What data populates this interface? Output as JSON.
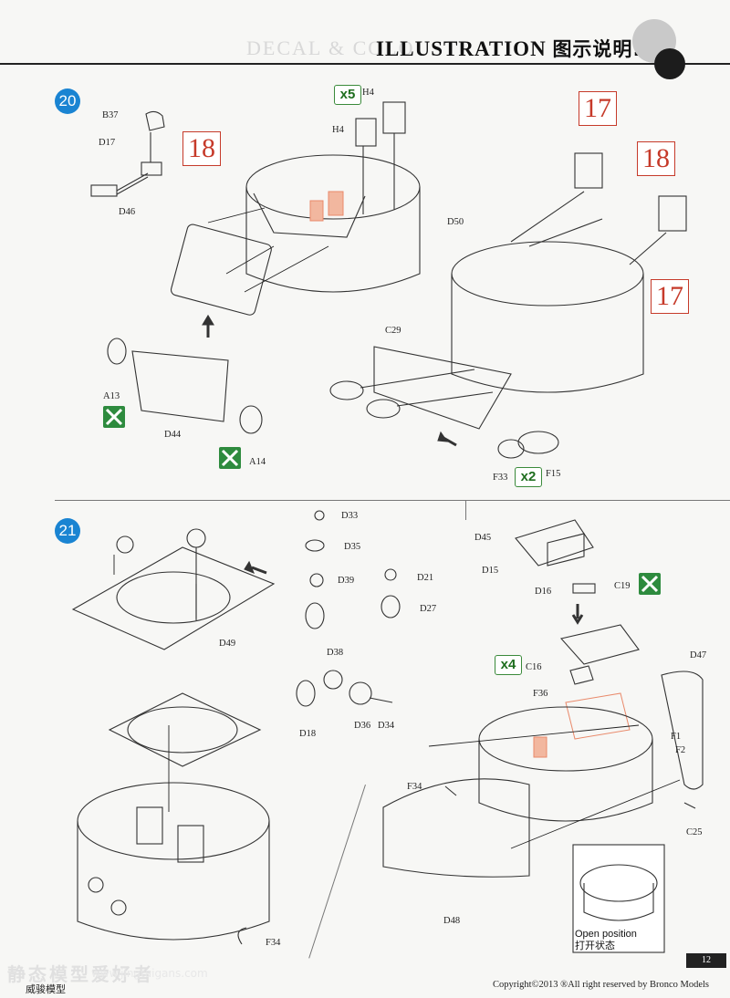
{
  "header": {
    "title_en": "ILLUSTRATION",
    "title_zh": "图示说明:",
    "ghost_text": "DECAL & COLO"
  },
  "steps": [
    {
      "number": "20"
    },
    {
      "number": "21"
    }
  ],
  "references": [
    "18",
    "17",
    "18",
    "17"
  ],
  "multipliers": [
    "x5",
    "x2",
    "x4"
  ],
  "labels": {
    "B37": "B37",
    "D17": "D17",
    "D46": "D46",
    "H4a": "H4",
    "H4b": "H4",
    "D50": "D50",
    "C29": "C29",
    "A13": "A13",
    "D44": "D44",
    "A14": "A14",
    "F33": "F33",
    "F15": "F15",
    "D33": "D33",
    "D35": "D35",
    "D39": "D39",
    "D21": "D21",
    "D27": "D27",
    "D49": "D49",
    "D38": "D38",
    "D18": "D18",
    "D36": "D36",
    "D34": "D34",
    "F34a": "F34",
    "D45": "D45",
    "D15": "D15",
    "D16": "D16",
    "C19": "C19",
    "C16": "C16",
    "D47": "D47",
    "F36": "F36",
    "F1": "F1",
    "F2": "F2",
    "F34b": "F34",
    "C25": "C25",
    "D48": "D48"
  },
  "inset": {
    "caption_en": "Open position",
    "caption_zh": "打开状态"
  },
  "footer": {
    "page_number": "12",
    "copyright": "Copyright©2013  ®All right reserved by Bronco Models",
    "brand_zh": "威骏模型",
    "watermark": "静态模型爱好者",
    "watermark_sub": "www.jingtaigans.com"
  },
  "colors": {
    "step_badge": "#1a84d2",
    "reference_red": "#c63a2a",
    "multiplier_green": "#3a8a3a",
    "glue_icon_green": "#2e8b3e",
    "part_highlight": "#e9896a"
  }
}
